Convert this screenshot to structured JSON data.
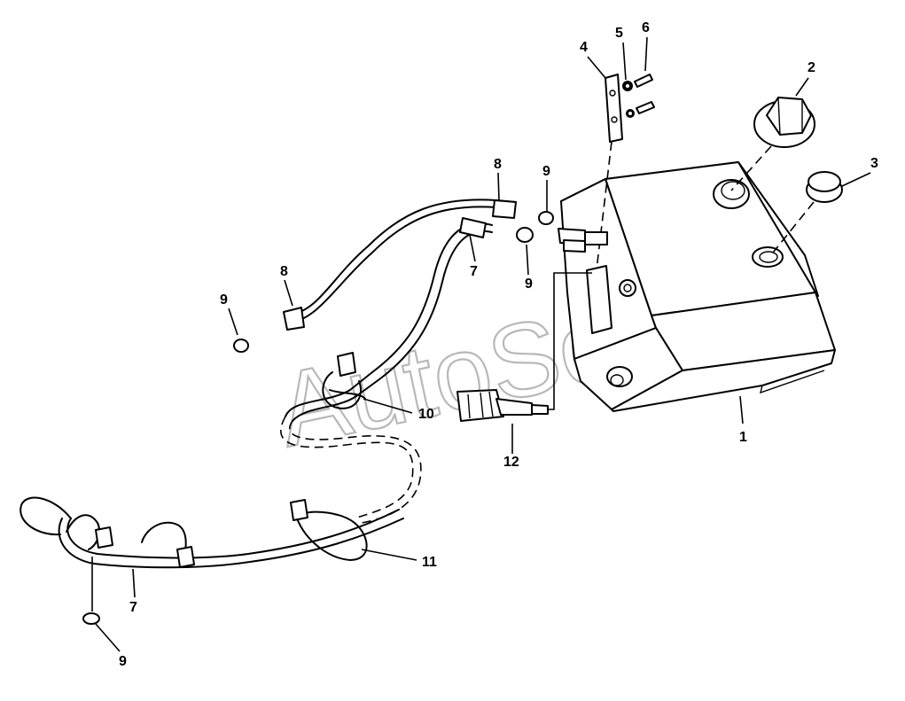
{
  "watermark": "AutoSoft",
  "callouts": {
    "tank": "1",
    "filler_cap": "2",
    "plug": "3",
    "bracket": "4",
    "washer": "5",
    "screw": "6",
    "hose_7_upper": "7",
    "hose_7_lower": "7",
    "hose_8_upper": "8",
    "hose_8_left": "8",
    "clamp_9_left": "9",
    "clamp_9_top": "9",
    "clamp_9_mid": "9",
    "clamp_9_bottom": "9",
    "clip_10": "10",
    "strap_11": "11",
    "sensor_12": "12"
  }
}
